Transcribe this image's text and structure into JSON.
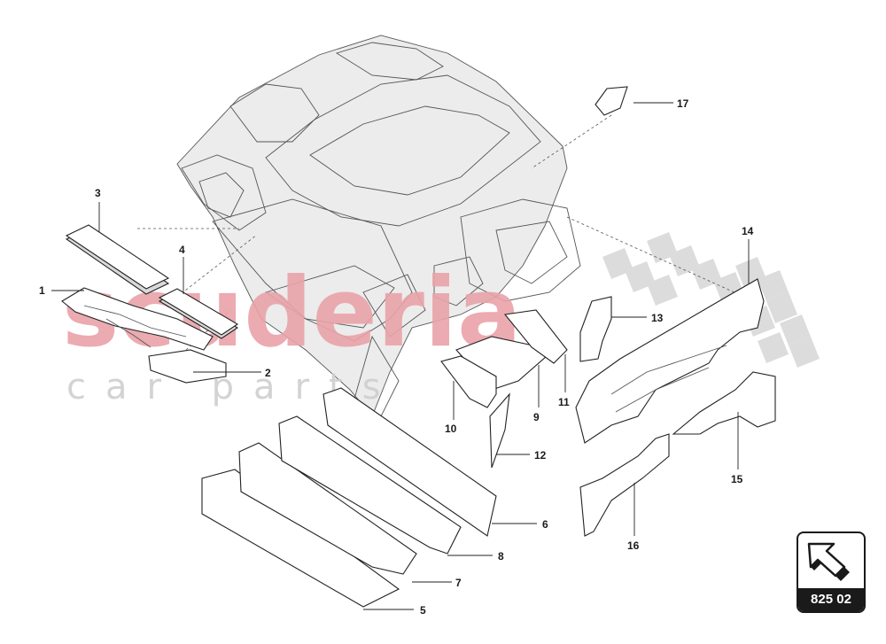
{
  "watermark": {
    "brand": "scuderia",
    "subtitle": "car parts",
    "brand_color": "#e8a0a6",
    "checker_color": "#d6d6d6"
  },
  "callouts": [
    {
      "id": "1",
      "label": "1"
    },
    {
      "id": "2",
      "label": "2"
    },
    {
      "id": "3",
      "label": "3"
    },
    {
      "id": "4",
      "label": "4"
    },
    {
      "id": "5",
      "label": "5"
    },
    {
      "id": "6",
      "label": "6"
    },
    {
      "id": "7",
      "label": "7"
    },
    {
      "id": "8",
      "label": "8"
    },
    {
      "id": "9",
      "label": "9"
    },
    {
      "id": "10",
      "label": "10"
    },
    {
      "id": "11",
      "label": "11"
    },
    {
      "id": "12",
      "label": "12"
    },
    {
      "id": "13",
      "label": "13"
    },
    {
      "id": "14",
      "label": "14"
    },
    {
      "id": "15",
      "label": "15"
    },
    {
      "id": "16",
      "label": "16"
    },
    {
      "id": "17",
      "label": "17"
    }
  ],
  "nav_badge": {
    "code": "825 02",
    "icon": "arrow-up-left-icon"
  }
}
